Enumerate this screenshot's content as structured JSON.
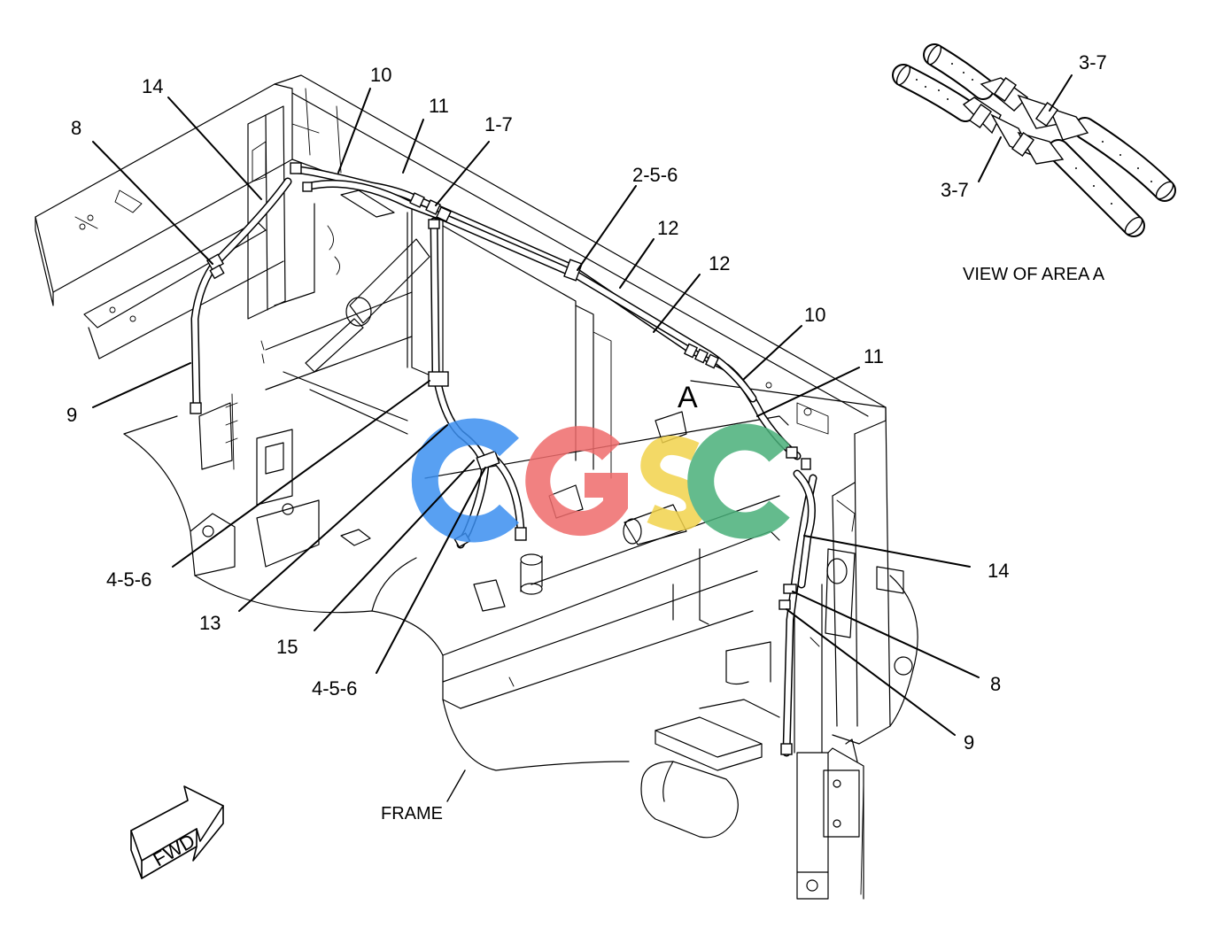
{
  "diagram": {
    "view_caption": "VIEW OF AREA A",
    "frame_label": "FRAME",
    "fwd_label": "FWD",
    "area_marker": "A",
    "watermark": {
      "letters": [
        "C",
        "G",
        "S",
        "C"
      ],
      "colors": [
        "#3b8ff0",
        "#ef6c6c",
        "#f2d34c",
        "#49b07a"
      ]
    },
    "callouts": [
      {
        "id": "c-14-left",
        "text": "14"
      },
      {
        "id": "c-8-left",
        "text": "8"
      },
      {
        "id": "c-10-top",
        "text": "10"
      },
      {
        "id": "c-11-top",
        "text": "11"
      },
      {
        "id": "c-1-7",
        "text": "1-7"
      },
      {
        "id": "c-2-5-6",
        "text": "2-5-6"
      },
      {
        "id": "c-12-a",
        "text": "12"
      },
      {
        "id": "c-12-b",
        "text": "12"
      },
      {
        "id": "c-10-right",
        "text": "10"
      },
      {
        "id": "c-11-right",
        "text": "11"
      },
      {
        "id": "c-9-left",
        "text": "9"
      },
      {
        "id": "c-4-5-6-a",
        "text": "4-5-6"
      },
      {
        "id": "c-13",
        "text": "13"
      },
      {
        "id": "c-15",
        "text": "15"
      },
      {
        "id": "c-4-5-6-b",
        "text": "4-5-6"
      },
      {
        "id": "c-14-right",
        "text": "14"
      },
      {
        "id": "c-8-right",
        "text": "8"
      },
      {
        "id": "c-9-right",
        "text": "9"
      },
      {
        "id": "c-3-7-top",
        "text": "3-7"
      },
      {
        "id": "c-3-7-bottom",
        "text": "3-7"
      }
    ]
  }
}
